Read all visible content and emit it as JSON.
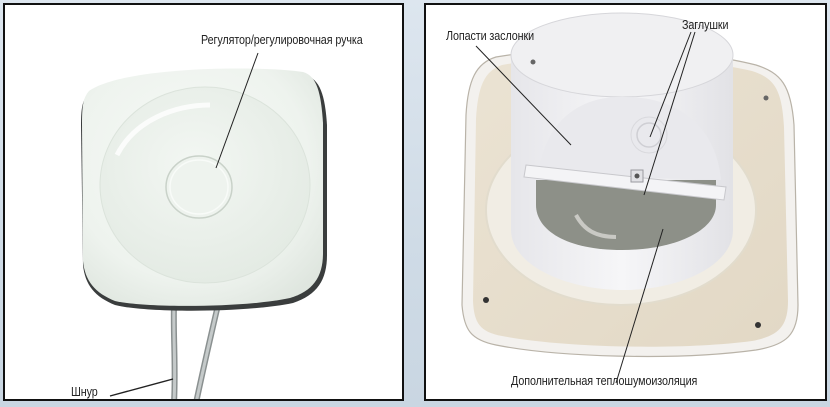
{
  "panels": {
    "left": {
      "subject": "fan-front-cover",
      "labels": {
        "regulator": "Регулятор/регулировочная ручка",
        "cord": "Шнур"
      }
    },
    "right": {
      "subject": "fan-back-with-backdraft-damper",
      "labels": {
        "damper_blades": "Лопасти заслонки",
        "plugs": "Заглушки",
        "insulation": "Дополнительная теплошумоизоляция"
      }
    }
  },
  "colors": {
    "background": "#cfdbe6",
    "panel_border": "#111111",
    "label_text": "#222222",
    "leader_line": "#222222"
  }
}
